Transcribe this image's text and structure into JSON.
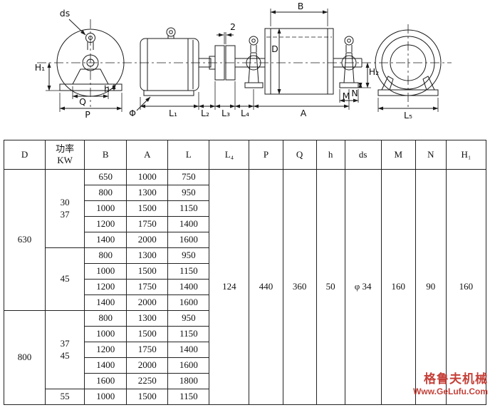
{
  "drawing": {
    "ds": "ds",
    "h1": "H₁",
    "q": "Q",
    "h": "h",
    "p": "P",
    "phi": "Φ",
    "gap": "2",
    "b": "B",
    "d": "D",
    "l1": "L₁",
    "l2": "L₂",
    "l3": "L₃",
    "l4": "L₄",
    "l5": "L₅",
    "a": "A",
    "h2": "H₂",
    "m": "M",
    "n": "N"
  },
  "table": {
    "headers": [
      "D",
      "功率\nKW",
      "B",
      "A",
      "L",
      "L₄",
      "P",
      "Q",
      "h",
      "ds",
      "M",
      "N",
      "H₁"
    ],
    "shared_names": [
      "L4",
      "P",
      "Q",
      "h",
      "ds",
      "M",
      "N",
      "H1"
    ],
    "shared": [
      "124",
      "440",
      "360",
      "50",
      "φ 34",
      "160",
      "90",
      "160"
    ],
    "groups": [
      {
        "d": "630",
        "subgroups": [
          {
            "power": "30\n37",
            "rows": [
              [
                "650",
                "1000",
                "750"
              ],
              [
                "800",
                "1300",
                "950"
              ],
              [
                "1000",
                "1500",
                "1150"
              ],
              [
                "1200",
                "1750",
                "1400"
              ],
              [
                "1400",
                "2000",
                "1600"
              ]
            ]
          },
          {
            "power": "45",
            "rows": [
              [
                "800",
                "1300",
                "950"
              ],
              [
                "1000",
                "1500",
                "1150"
              ],
              [
                "1200",
                "1750",
                "1400"
              ],
              [
                "1400",
                "2000",
                "1600"
              ]
            ]
          }
        ]
      },
      {
        "d": "800",
        "subgroups": [
          {
            "power": "37\n45",
            "rows": [
              [
                "800",
                "1300",
                "950"
              ],
              [
                "1000",
                "1500",
                "1150"
              ],
              [
                "1200",
                "1750",
                "1400"
              ],
              [
                "1400",
                "2000",
                "1600"
              ],
              [
                "1600",
                "2250",
                "1800"
              ]
            ]
          },
          {
            "power": "55",
            "rows": [
              [
                "1000",
                "1500",
                "1150"
              ]
            ]
          }
        ]
      }
    ]
  },
  "watermark": {
    "line1": "格鲁夫机械",
    "line2": "Www.GeLufu.Com",
    "color": "#c03028"
  }
}
